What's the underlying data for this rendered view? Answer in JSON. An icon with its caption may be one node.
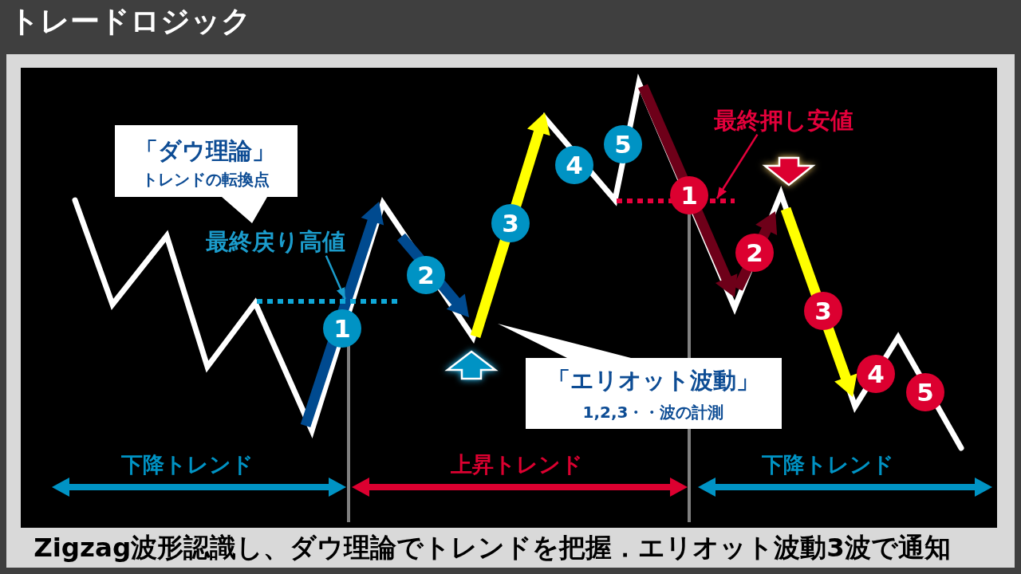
{
  "diagram": {
    "title": "トレードロジック",
    "caption": "Zigzag波形認識し、ダウ理論でトレンドを把握．エリオット波動3波で通知",
    "nodes": [
      {
        "text": [
          "「ダウ理論」",
          "トレンドの転換点"
        ]
      },
      {
        "text": [
          "最終戻り高値"
        ]
      },
      {
        "text": [],
        "shape": "line"
      },
      {
        "text": [
          "1"
        ]
      },
      {
        "text": [
          "2"
        ]
      },
      {
        "text": [
          "3"
        ]
      },
      {
        "text": [
          "4"
        ]
      },
      {
        "text": [
          "5"
        ]
      },
      {
        "text": [
          "最終押し安値"
        ]
      },
      {
        "text": [],
        "shape": "line"
      },
      {
        "text": [
          "1"
        ]
      },
      {
        "text": [
          "2"
        ]
      },
      {
        "text": [
          "3"
        ]
      },
      {
        "text": [
          "4"
        ]
      },
      {
        "text": [
          "5"
        ]
      },
      {
        "text": [
          "「エリオット波動」",
          "1,2,3・・波の計測"
        ]
      }
    ],
    "edges": [
      {
        "from": 1,
        "to": 2,
        "arrow": "to",
        "color": "#1b9ccc"
      },
      {
        "from": 8,
        "to": 9,
        "arrow": "to",
        "color": "#e4003b"
      }
    ],
    "labels": [
      "下降トレンド",
      "上昇トレンド",
      "下降トレンド"
    ]
  }
}
